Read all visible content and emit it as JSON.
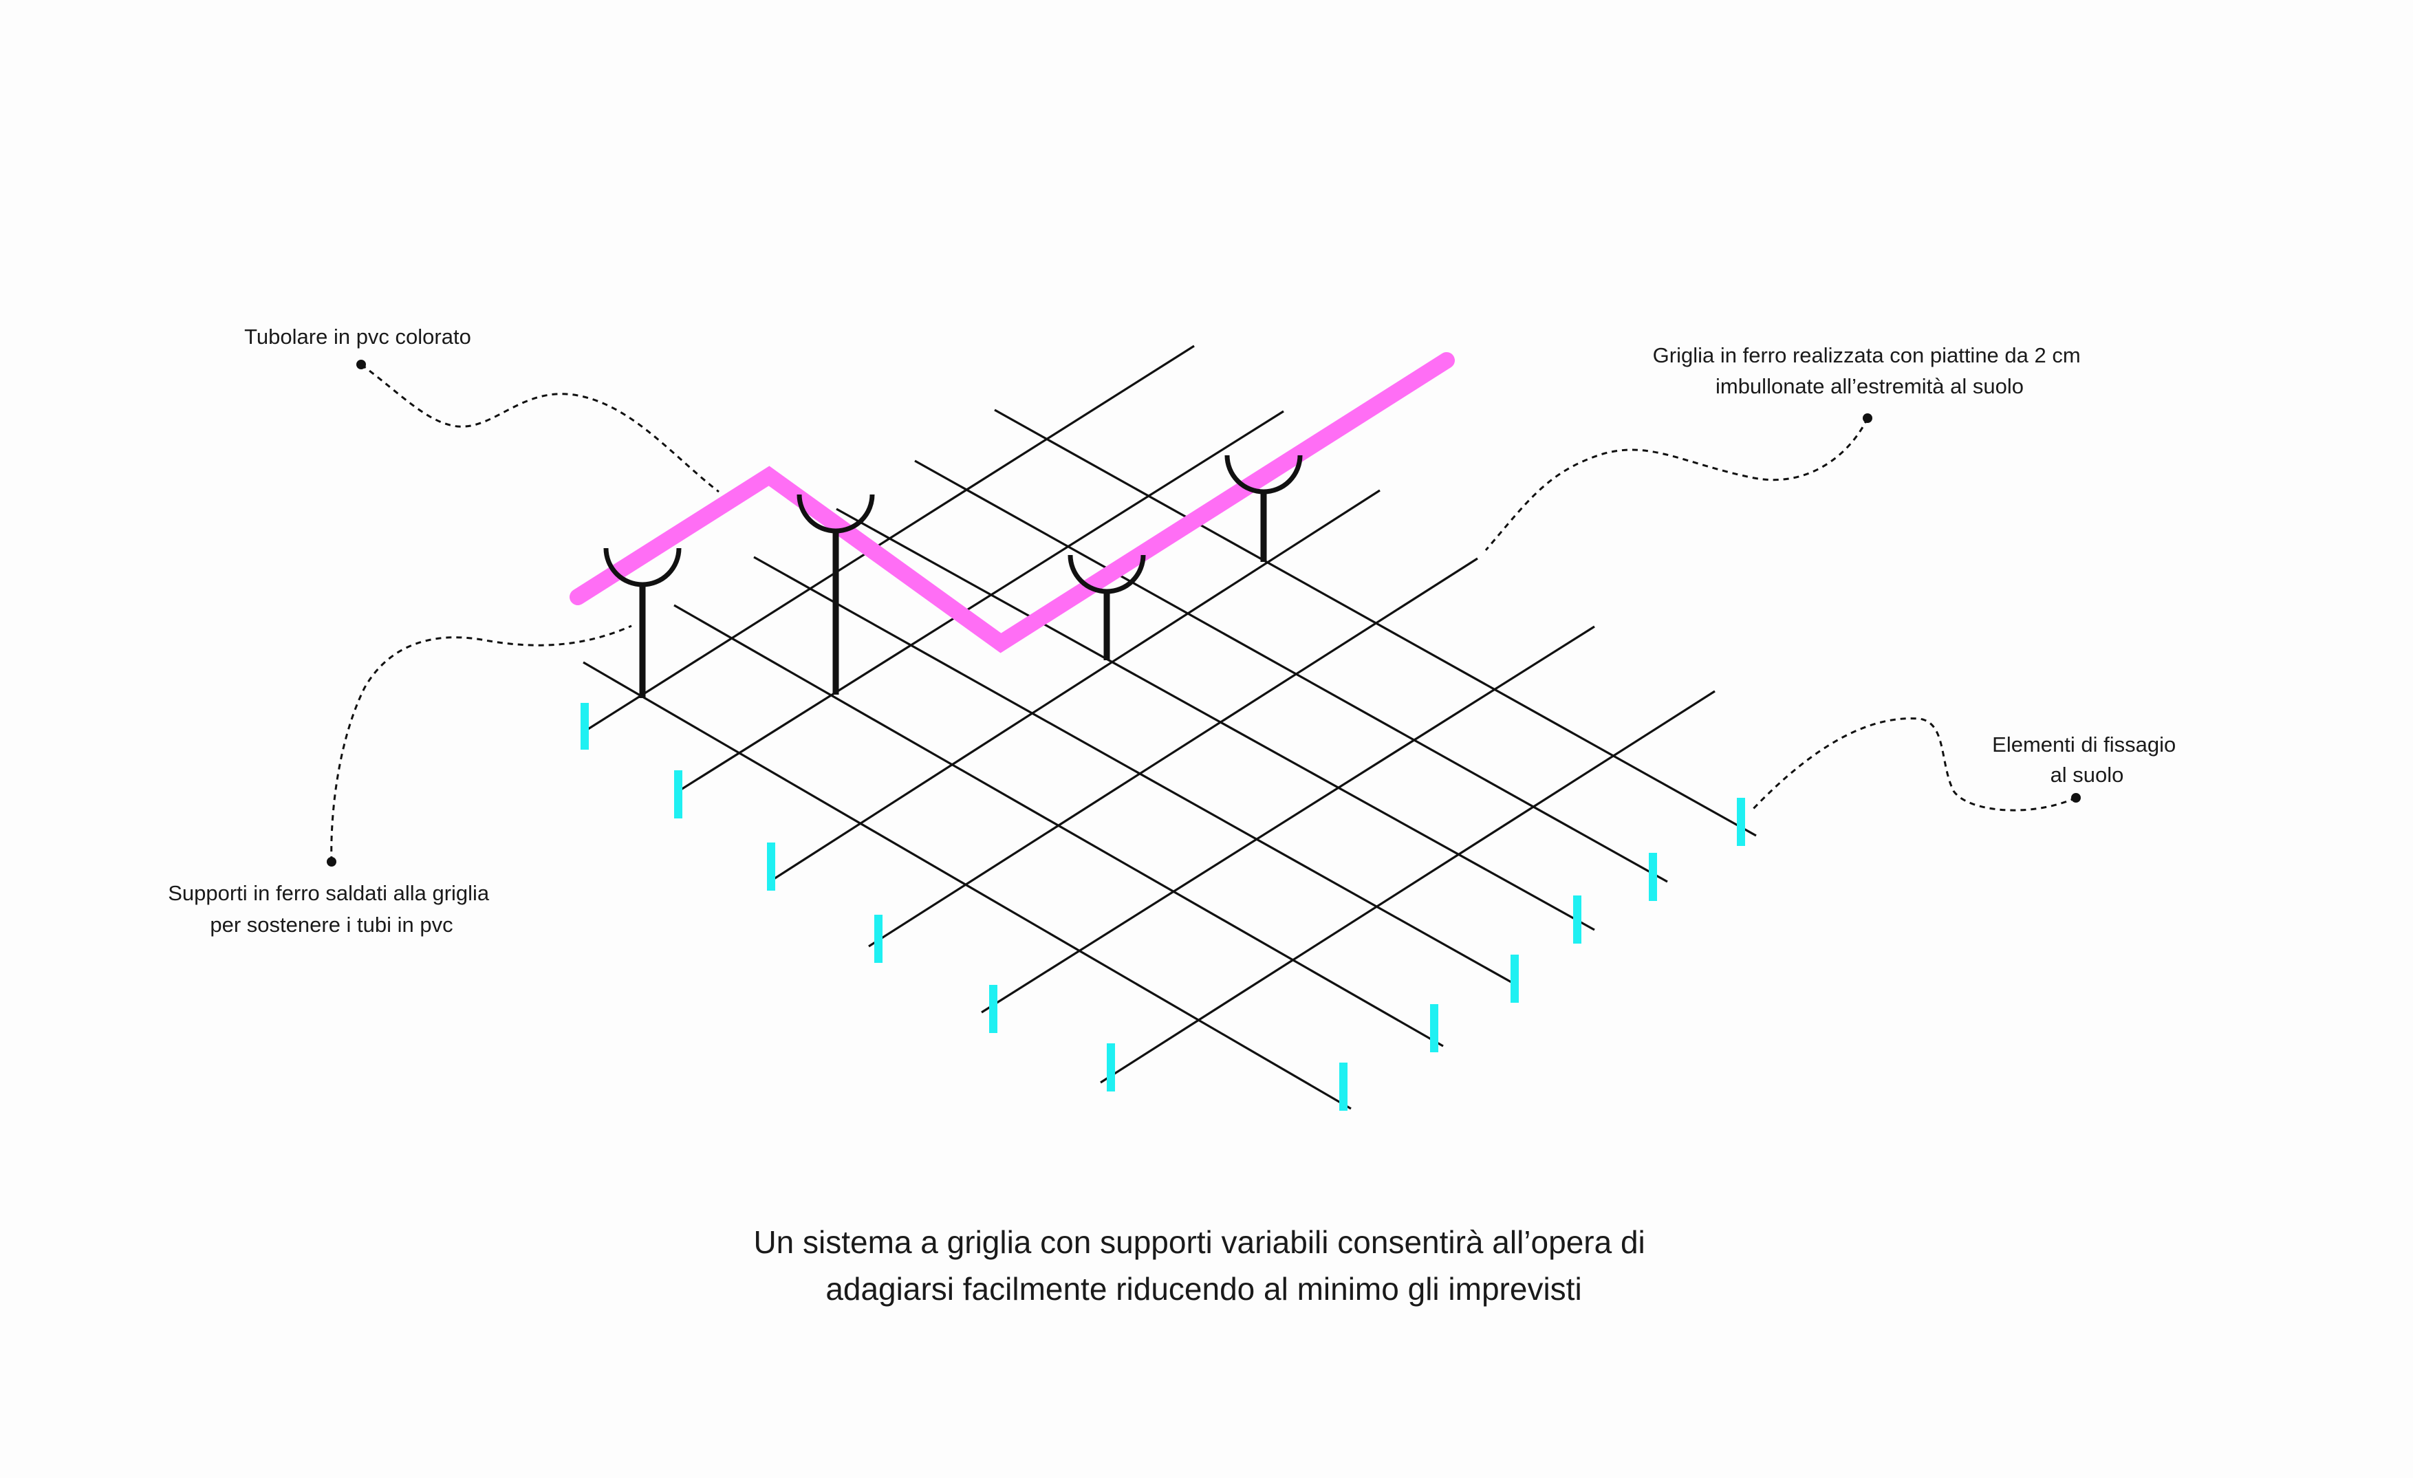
{
  "colors": {
    "background": "#fdfdfd",
    "grid": "#111111",
    "pvc_tube": "#ff6ef5",
    "ground_anchor": "#1ff0f2",
    "text": "#1a1a1a"
  },
  "labels": {
    "pvc_tube": [
      "Tubolare in pvc colorato"
    ],
    "iron_grid": [
      "Griglia in ferro realizzata con piattine da 2 cm",
      "imbullonate all’estremità al suolo"
    ],
    "ground_anchors": [
      "Elementi di fissagio",
      "al suolo"
    ],
    "supports": [
      "Supporti in ferro saldati alla griglia",
      "per sostenere i tubi in pvc"
    ]
  },
  "caption": [
    "Un sistema a griglia con supporti variabili consentirà all’opera di",
    "adagiarsi facilmente riducendo al minimo gli imprevisti"
  ],
  "icons": {
    "grid": "iron-grid-lines",
    "supports": "support-post-with-cradle",
    "anchors": "ground-anchor-marker",
    "tube": "pvc-tube-path"
  }
}
